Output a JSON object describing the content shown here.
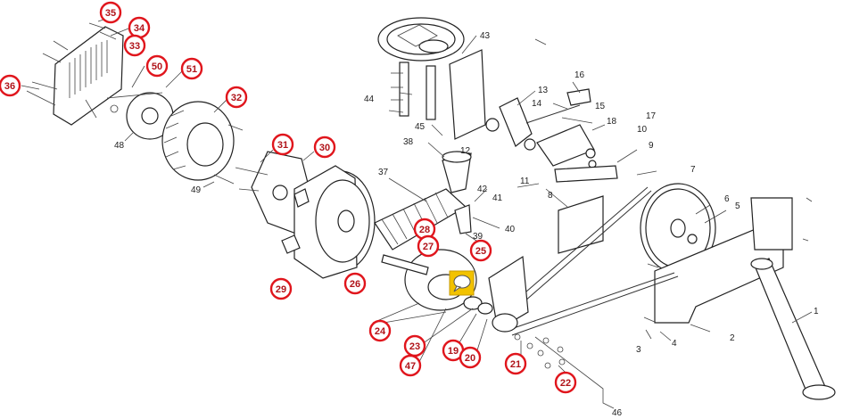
{
  "colors": {
    "callout_ring": "#e0151c",
    "callout_text": "#b0141a",
    "highlight": "#f2c200",
    "line": "#222222"
  },
  "highlight_icon": "chat-bubble-icon",
  "circled_labels": [
    "35",
    "34",
    "33",
    "50",
    "51",
    "36",
    "32",
    "31",
    "30",
    "28",
    "27",
    "25",
    "29",
    "26",
    "24",
    "23",
    "47",
    "19",
    "20",
    "21",
    "22"
  ],
  "plain_labels": [
    "43",
    "44",
    "45",
    "13",
    "16",
    "14",
    "15",
    "18",
    "17",
    "10",
    "9",
    "38",
    "12",
    "11",
    "7",
    "37",
    "42",
    "41",
    "8",
    "6",
    "5",
    "40",
    "39",
    "48",
    "49",
    "1",
    "2",
    "3",
    "4",
    "46"
  ]
}
